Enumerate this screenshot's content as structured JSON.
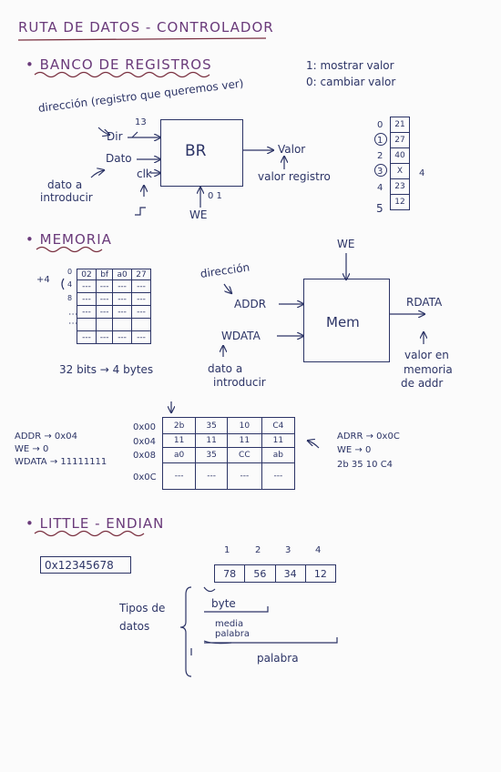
{
  "title": "RUTA DE DATOS - CONTROLADOR",
  "banco": {
    "heading": "BANCO DE REGISTROS",
    "legend_1": "1: mostrar valor",
    "legend_0": "0: cambiar valor",
    "direccion_note": "dirección (registro que queremos ver)",
    "bits_13": "13",
    "dir_label": "Dir",
    "dato_label": "Dato",
    "clk_label": "clk",
    "box_label": "BR",
    "valor_label": "Valor",
    "valor_registro": "valor registro",
    "dato_a": "dato a",
    "introducir": "introducir",
    "we_label": "WE",
    "we_values": "0 1",
    "reg_table": [
      {
        "index": "0",
        "value": "21"
      },
      {
        "index": "1",
        "value": "27"
      },
      {
        "index": "2",
        "value": "40"
      },
      {
        "index": "3",
        "value": "X"
      },
      {
        "index": "4",
        "value": "23"
      },
      {
        "index": "5",
        "value": "12"
      }
    ],
    "overwrite_value": "4"
  },
  "memoria": {
    "heading": "MEMORIA",
    "plus4": "+4",
    "offsets": [
      "0",
      "4",
      "8"
    ],
    "small_header": [
      "02",
      "bf",
      "a0",
      "27"
    ],
    "small_rows": [
      [
        "---",
        "---",
        "---",
        "---"
      ],
      [
        "---",
        "---",
        "---",
        "---"
      ],
      [
        "---",
        "---",
        "---",
        "---"
      ],
      [
        "",
        "",
        "",
        ""
      ],
      [
        "---",
        "---",
        "---",
        "---"
      ]
    ],
    "bits_note": "32 bits → 4 bytes",
    "we_label": "WE",
    "direccion": "dirección",
    "addr_label": "ADDR",
    "wdata_label": "WDATA",
    "dato_a": "dato a",
    "introducir": "introducir",
    "box_label": "Mem",
    "rdata_label": "RDATA",
    "valor_en": "valor en",
    "memoria_word": "memoria",
    "de_addr": "de addr",
    "table": [
      {
        "addr": "0x00",
        "cells": [
          "2b",
          "35",
          "10",
          "C4"
        ]
      },
      {
        "addr": "0x04",
        "cells": [
          "11",
          "11",
          "11",
          "11"
        ]
      },
      {
        "addr": "0x08",
        "cells": [
          "a0",
          "35",
          "CC",
          "ab"
        ]
      },
      {
        "addr": "0x0C",
        "cells": [
          "---",
          "---",
          "---",
          "---"
        ]
      }
    ],
    "left_note": [
      "ADDR → 0x04",
      "WE → 0",
      "WDATA → 11111111"
    ],
    "right_note": [
      "ADRR → 0x0C",
      "WE → 0",
      "2b 35 10 C4"
    ]
  },
  "little": {
    "heading": "LITTLE - ENDIAN",
    "hex": "0x12345678",
    "col_numbers": [
      "1",
      "2",
      "3",
      "4"
    ],
    "bytes": [
      "78",
      "56",
      "34",
      "12"
    ],
    "tipos": "Tipos de",
    "datos": "datos",
    "byte": "byte",
    "media": "media",
    "palabra": "palabra",
    "palabra2": "palabra"
  }
}
